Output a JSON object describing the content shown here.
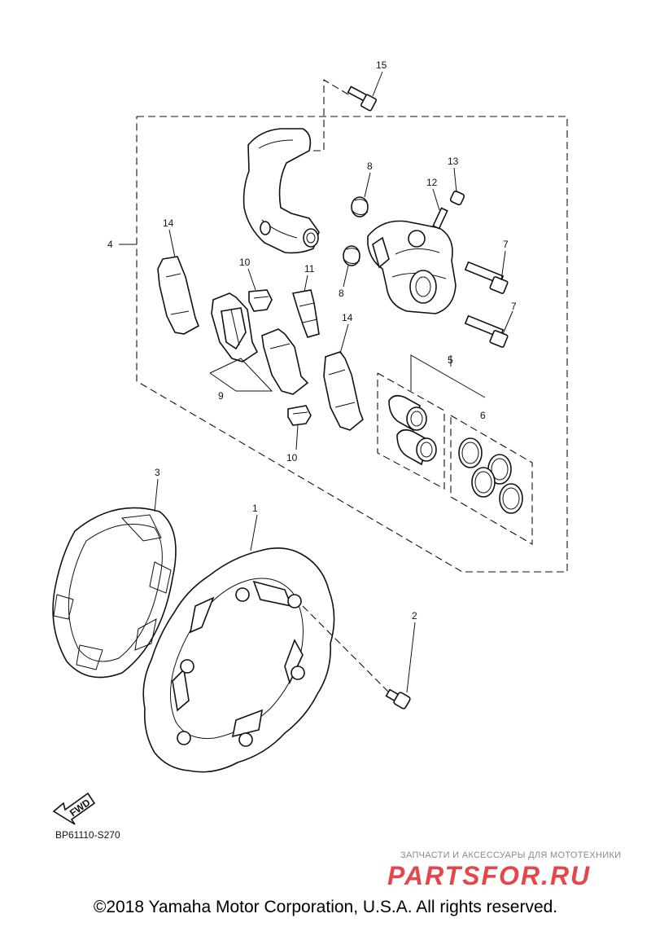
{
  "callouts": {
    "c1": "1",
    "c2": "2",
    "c3": "3",
    "c4": "4",
    "c5": "5",
    "c6": "6",
    "c7a": "7",
    "c7b": "7",
    "c8a": "8",
    "c8b": "8",
    "c9": "9",
    "c10a": "10",
    "c10b": "10",
    "c11": "11",
    "c12": "12",
    "c13": "13",
    "c14a": "14",
    "c14b": "14",
    "c15": "15"
  },
  "fwd_label": "FWD",
  "diagram_code": "BP61110-S270",
  "watermark": {
    "tagline": "ЗАПЧАСТИ И АКСЕССУАРЫ ДЛЯ МОТОТЕХНИКИ",
    "brand": "PARTSFOR.RU",
    "brand_color": "#e0262b"
  },
  "copyright": "©2018 Yamaha Motor Corporation, U.S.A. All rights reserved."
}
